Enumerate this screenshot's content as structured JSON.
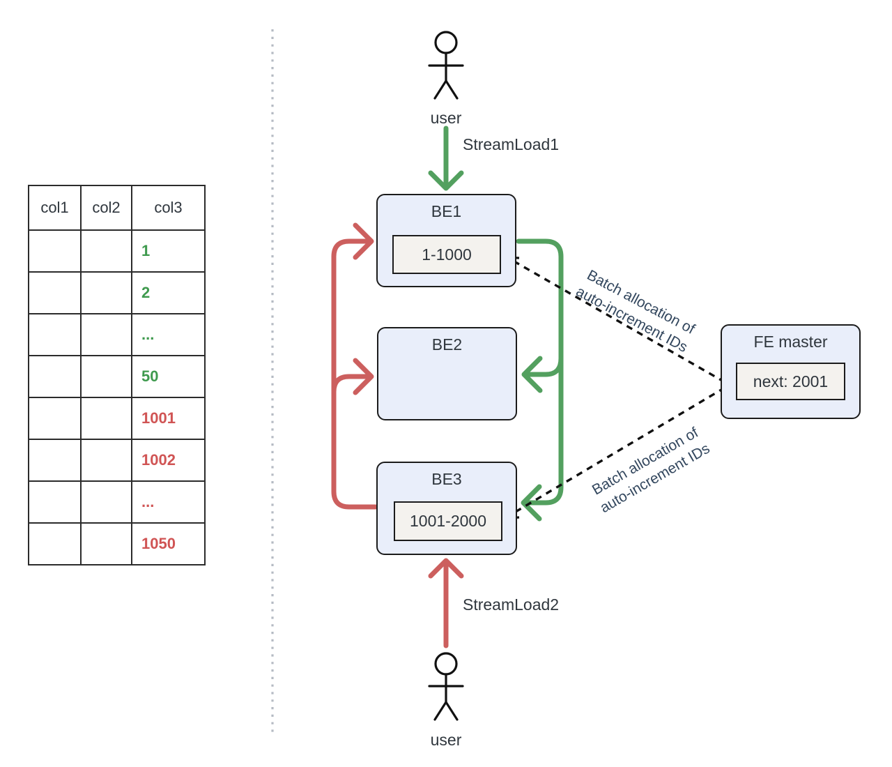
{
  "colors": {
    "green": "#53a05f",
    "red": "#cc5f5e",
    "table_green": "#3f9a4e",
    "table_red": "#d05454",
    "node_fill": "#e9eefa",
    "node_border": "#1b1b1b",
    "inner_fill": "#f4f2ee",
    "divider": "#b5bac3",
    "actor": "#111111",
    "text": "#2f363d",
    "annotation_text": "#33475e"
  },
  "table": {
    "headers": [
      "col1",
      "col2",
      "col3"
    ],
    "rows": [
      {
        "col1": "",
        "col2": "",
        "col3": "1",
        "series": "green"
      },
      {
        "col1": "",
        "col2": "",
        "col3": "2",
        "series": "green"
      },
      {
        "col1": "",
        "col2": "",
        "col3": "...",
        "series": "green"
      },
      {
        "col1": "",
        "col2": "",
        "col3": "50",
        "series": "green"
      },
      {
        "col1": "",
        "col2": "",
        "col3": "1001",
        "series": "red"
      },
      {
        "col1": "",
        "col2": "",
        "col3": "1002",
        "series": "red"
      },
      {
        "col1": "",
        "col2": "",
        "col3": "...",
        "series": "red"
      },
      {
        "col1": "",
        "col2": "",
        "col3": "1050",
        "series": "red"
      }
    ]
  },
  "actors": {
    "top": {
      "label": "user"
    },
    "bottom": {
      "label": "user"
    }
  },
  "flows": {
    "streamload1": {
      "label": "StreamLoad1",
      "color": "#53a05f"
    },
    "streamload2": {
      "label": "StreamLoad2",
      "color": "#cc5f5e"
    }
  },
  "nodes": {
    "be1": {
      "title": "BE1",
      "id_range": "1-1000"
    },
    "be2": {
      "title": "BE2"
    },
    "be3": {
      "title": "BE3",
      "id_range": "1001-2000"
    },
    "fe_master": {
      "title": "FE master",
      "next_id": "next: 2001"
    }
  },
  "annotations": {
    "batch_allocation_upper": {
      "line1": "Batch allocation of",
      "line2": "auto-increment IDs"
    },
    "batch_allocation_lower": {
      "line1": "Batch allocation of",
      "line2": "auto-increment IDs"
    }
  }
}
